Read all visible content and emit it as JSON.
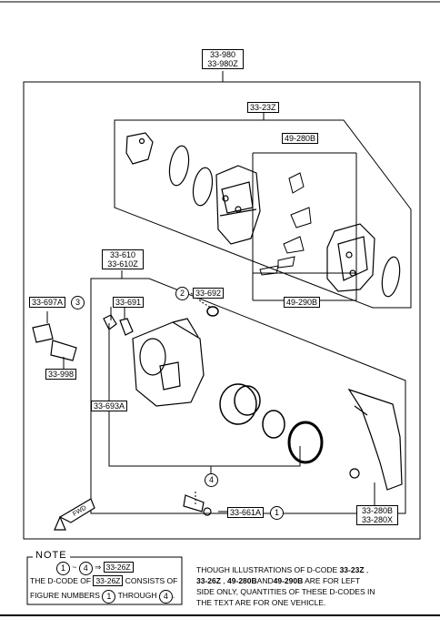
{
  "labels": {
    "assembly_top": [
      "33-980",
      "33-980Z"
    ],
    "pad_kit": "33-23Z",
    "shim_kit_top": "49-280B",
    "shim_kit_bottom": "49-290B",
    "caliper": [
      "33-610",
      "33-610Z"
    ],
    "pin_kit": "33-697A",
    "pin_kit_num": "3",
    "pin_part": "33-998",
    "bleeder": "33-691",
    "cap": "33-692",
    "cap_num": "2",
    "piston_kit": "33-693A",
    "piston_num": "4",
    "bolt": "33-661A",
    "bolt_num": "1",
    "bracket": [
      "33-280B",
      "33-280X"
    ],
    "fwd": "FWD"
  },
  "note": {
    "title": "NOTE",
    "range_from": "1",
    "range_sep": "~",
    "range_to": "4",
    "range_arrow": "⇒",
    "range_code": "33-26Z",
    "line2_a": "THE D-CODE OF",
    "line2_code": "33-26Z",
    "line2_b": "CONSISTS OF",
    "line3_a": "FIGURE NUMBERS",
    "line3_from": "1",
    "line3_mid": "THROUGH",
    "line3_to": "4",
    "line3_end": "."
  },
  "disclaimer": {
    "l1a": "THOUGH ILLUSTRATIONS OF D-CODE ",
    "l1b": "33-23Z",
    "l1c": " ,",
    "l2a": "33-26Z",
    "l2b": " ,",
    "l2c": "49-280B",
    "l2d": "AND",
    "l2e": "49-290B",
    "l2f": " ARE FOR LEFT",
    "l3": "SIDE ONLY, QUANTITIES OF THESE D-CODES IN",
    "l4": "THE TEXT ARE FOR ONE VEHICLE."
  }
}
